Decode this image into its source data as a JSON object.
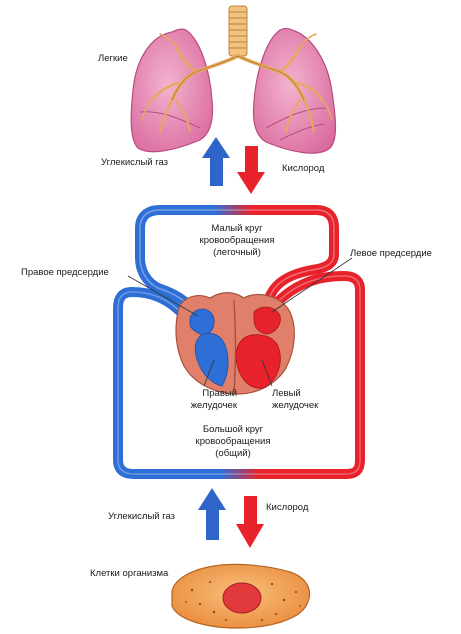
{
  "labels": {
    "lungs": "Легкие",
    "co2_top": "Углекислый газ",
    "o2_top": "Кислород",
    "small_circle_line1": "Малый круг",
    "small_circle_line2": "кровообращения",
    "small_circle_line3": "(легочный)",
    "right_atrium": "Правое предсердие",
    "left_atrium": "Левое предсердие",
    "right_ventricle_line1": "Правый",
    "right_ventricle_line2": "желудочек",
    "left_ventricle_line1": "Левый",
    "left_ventricle_line2": "желудочек",
    "big_circle_line1": "Большой круг",
    "big_circle_line2": "кровообращения",
    "big_circle_line3": "(общий)",
    "co2_bottom": "Углекислый газ",
    "o2_bottom": "Кислород",
    "body_cells": "Клетки организма"
  },
  "colors": {
    "venous_blue": "#2d6fd6",
    "arterial_red": "#e8222b",
    "lung_pink": "#e68fb6",
    "heart_flesh": "#e0806a",
    "cell_orange": "#f2a65c",
    "cell_nucleus": "#e23a3c"
  }
}
